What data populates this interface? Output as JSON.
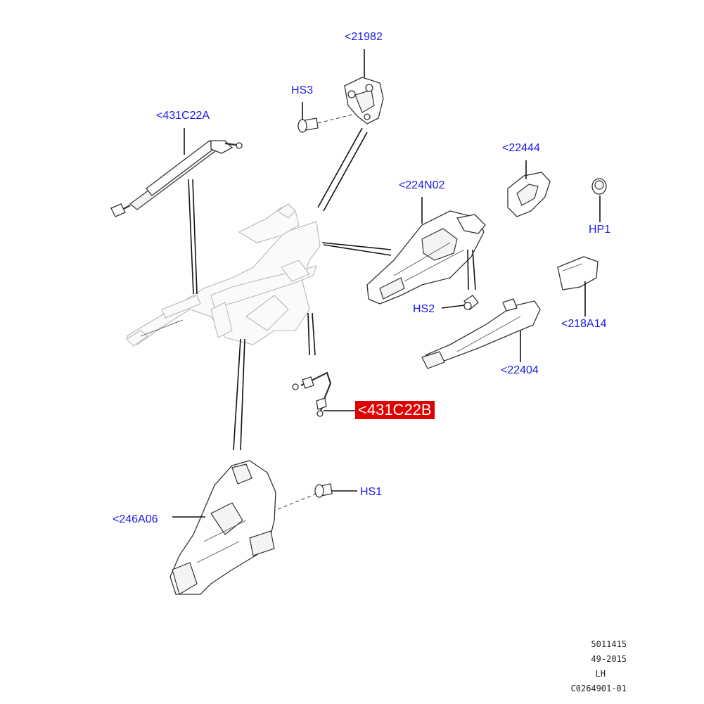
{
  "callouts": {
    "c21982": "<21982",
    "hs3": "HS3",
    "c431c22a": "<431C22A",
    "c22444": "<22444",
    "c224n02": "<224N02",
    "hp1": "HP1",
    "hs2": "HS2",
    "c218a14": "<218A14",
    "c22404": "<22404",
    "c431c22b": "<431C22B",
    "hs1": "HS1",
    "c246a06": "<246A06"
  },
  "reference": {
    "line1": "5011415",
    "line2": "49-2015",
    "line3": "LH",
    "line4": "C0264901-01"
  },
  "colors": {
    "callout_text": "#1a1ae6",
    "highlight_bg": "#e00000",
    "highlight_text": "#ffffff"
  }
}
